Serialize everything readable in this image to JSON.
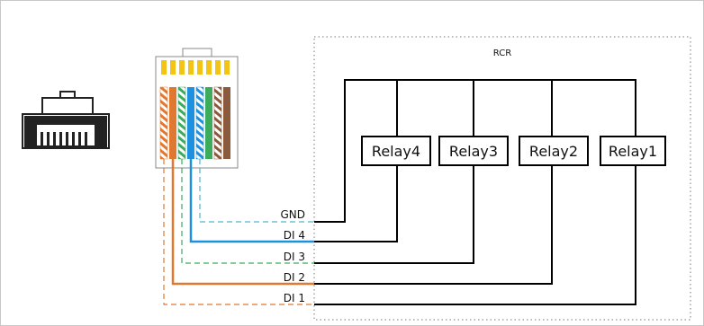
{
  "rcr_label": "RCR",
  "relays": [
    {
      "label": "Relay4"
    },
    {
      "label": "Relay3"
    },
    {
      "label": "Relay2"
    },
    {
      "label": "Relay1"
    }
  ],
  "signals": [
    {
      "label": "GND",
      "style": "dashed",
      "color": "#4fb6cf"
    },
    {
      "label": "DI 4",
      "style": "solid",
      "color": "#1e90e0"
    },
    {
      "label": "DI 3",
      "style": "dashed",
      "color": "#3cab5c"
    },
    {
      "label": "DI 2",
      "style": "solid",
      "color": "#e0782f"
    },
    {
      "label": "DI 1",
      "style": "dashed",
      "color": "#e0782f"
    }
  ],
  "colors": {
    "wire": "#000000",
    "pin_gold": "#f2c417",
    "orange": "#e0782f",
    "green": "#3cab5c",
    "blue": "#1e90e0",
    "brown": "#8b5a3c"
  }
}
